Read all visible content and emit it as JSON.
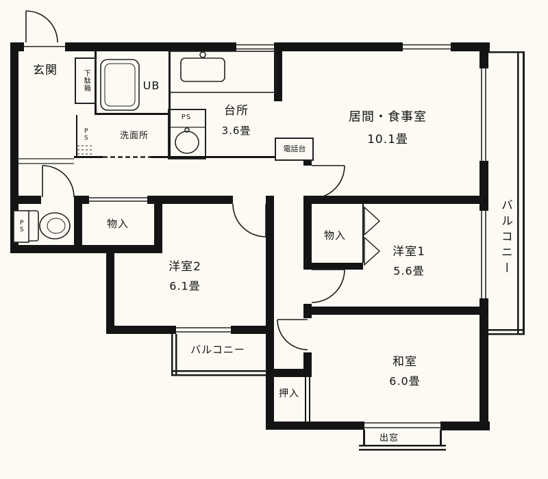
{
  "floor_plan": {
    "rooms": {
      "genkan": {
        "label": "玄関"
      },
      "getabako": {
        "label": "下駄箱"
      },
      "ub": {
        "label": "UB"
      },
      "senmenjo": {
        "label": "洗面所"
      },
      "ps_washroom": {
        "label": "PS"
      },
      "ps_basin": {
        "label": "PS"
      },
      "ps_toilet": {
        "label": "PS"
      },
      "daidokoro": {
        "label": "台所",
        "size": "3.6畳"
      },
      "living_dining": {
        "label": "居間・食事室",
        "size": "10.1畳"
      },
      "denwadai": {
        "label": "電話台"
      },
      "mononyu_west": {
        "label": "物入"
      },
      "mononyu_east": {
        "label": "物入"
      },
      "yoshitsu2": {
        "label": "洋室2",
        "size": "6.1畳"
      },
      "yoshitsu1": {
        "label": "洋室1",
        "size": "5.6畳"
      },
      "washitsu": {
        "label": "和室",
        "size": "6.0畳"
      },
      "oshiire": {
        "label": "押入"
      },
      "balcony_east": {
        "label": "バルコニー"
      },
      "balcony_south": {
        "label": "バルコニー"
      },
      "demado": {
        "label": "出窓"
      }
    },
    "colors": {
      "wall": "#141414",
      "paper": "#fcfaf3",
      "line": "#222222"
    }
  }
}
